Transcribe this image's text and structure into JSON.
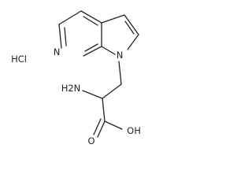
{
  "structure": {
    "salt": "HCl",
    "ring_nitrogen_pyridine": "N",
    "ring_nitrogen_pyrrole": "N",
    "amine": "H2N",
    "carbonyl_oxygen": "O",
    "hydroxyl": "OH"
  }
}
